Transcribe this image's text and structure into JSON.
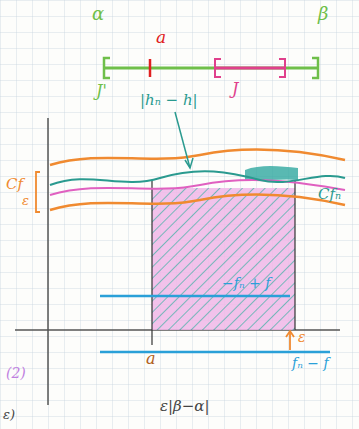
{
  "diagram": {
    "labels": [
      "α",
      "β",
      "a",
      "J'",
      "J",
      "|hₙ − h|",
      "Cfₙ",
      "Cf",
      "ε",
      "−fₙ + f",
      "ε",
      "a",
      "fₙ − f",
      "ε|β−α|",
      "(2)",
      "ε)"
    ]
  }
}
